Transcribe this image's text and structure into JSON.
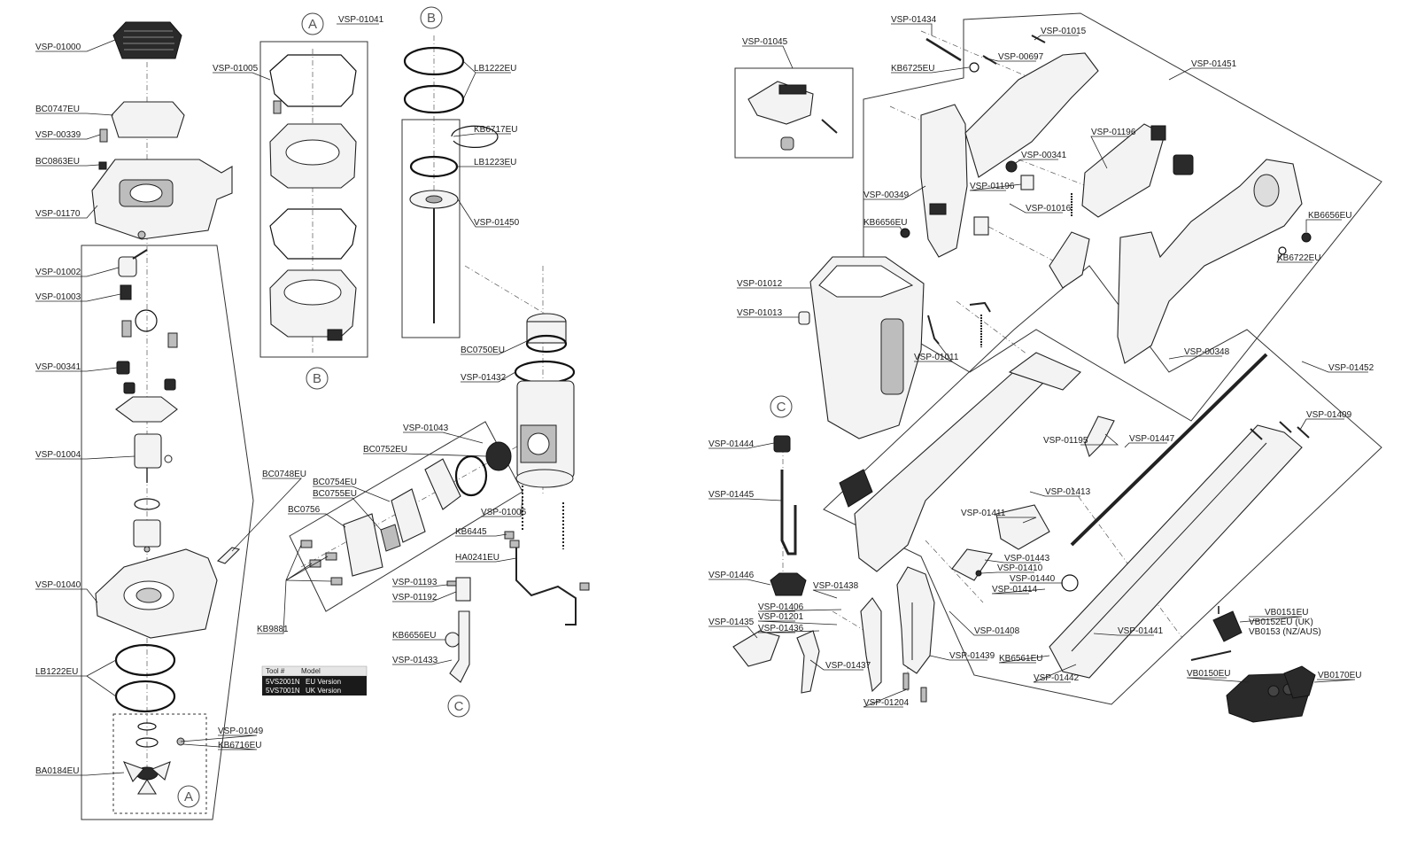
{
  "callouts": [
    "A",
    "B",
    "C"
  ],
  "labels": {
    "l1": "VSP-01000",
    "l2": "BC0747EU",
    "l3": "VSP-00339",
    "l4": "BC0863EU",
    "l5": "VSP-01170",
    "l6": "VSP-01002",
    "l7": "VSP-01003",
    "l8": "VSP-00341",
    "l9": "VSP-01004",
    "l10": "VSP-01040",
    "l11": "LB1222EU",
    "l12": "BA0184EU",
    "l13": "BC0748EU",
    "l14": "VSP-01049",
    "l15": "KB6716EU",
    "l16": "VSP-01041",
    "l17": "VSP-01005",
    "l18": "LB1222EU",
    "l19": "KB6717EU",
    "l20": "LB1223EU",
    "l21": "VSP-01450",
    "l22": "BC0750EU",
    "l23": "VSP-01432",
    "l24": "VSP-01043",
    "l25": "BC0752EU",
    "l26": "BC0754EU",
    "l27": "BC0755EU",
    "l28": "BC0756",
    "l29": "VSP-01006",
    "l30": "KB6445",
    "l31": "HA0241EU",
    "l32": "VSP-01193",
    "l33": "VSP-01192",
    "l34": "KB9881",
    "l35": "KB6656EU",
    "l36": "VSP-01433",
    "l37": "VSP-01045",
    "l38": "VSP-01434",
    "l39": "VSP-01015",
    "l40": "KB6725EU",
    "l41": "VSP-00697",
    "l42": "VSP-01451",
    "l43": "VSP-01196",
    "l44": "VSP-00341",
    "l45": "VSP-00349",
    "l46": "VSP-01196",
    "l47": "VSP-01016",
    "l48": "KB6656EU",
    "l49": "KB6656EU",
    "l50": "KB6722EU",
    "l51": "VSP-01012",
    "l52": "VSP-01013",
    "l53": "VSP-01011",
    "l54": "VSP-00348",
    "l55": "VSP-01452",
    "l56": "VSP-01444",
    "l57": "VSP-01195",
    "l58": "VSP-01447",
    "l59": "VSP-01409",
    "l60": "VSP-01445",
    "l61": "VSP-01413",
    "l62": "VSP-01411",
    "l63": "VSP-01443",
    "l64": "VSP-01410",
    "l65": "VSP-01440",
    "l66": "VSP-01414",
    "l67": "VSP-01446",
    "l68": "VSP-01438",
    "l69": "VSP-01406",
    "l70": "VSP-01201",
    "l71": "VSP-01435",
    "l72": "VSP-01436",
    "l73": "VSP-01408",
    "l74": "VSP-01441",
    "l75": "VSP-01437",
    "l76": "VSP-01439",
    "l77": "KB6561EU",
    "l78": "VSP-01442",
    "l79": "VSP-01204",
    "l80": "VB0151EU",
    "l81": "VB0152EU (UK)",
    "l82": "VB0153 (NZ/AUS)",
    "l83": "VB0150EU",
    "l84": "VB0170EU"
  },
  "model_table": {
    "headers": [
      "Tool #",
      "Model"
    ],
    "rows": [
      {
        "tool": "5VS2001N",
        "model": "EU Version"
      },
      {
        "tool": "5VS7001N",
        "model": "UK Version"
      }
    ]
  }
}
